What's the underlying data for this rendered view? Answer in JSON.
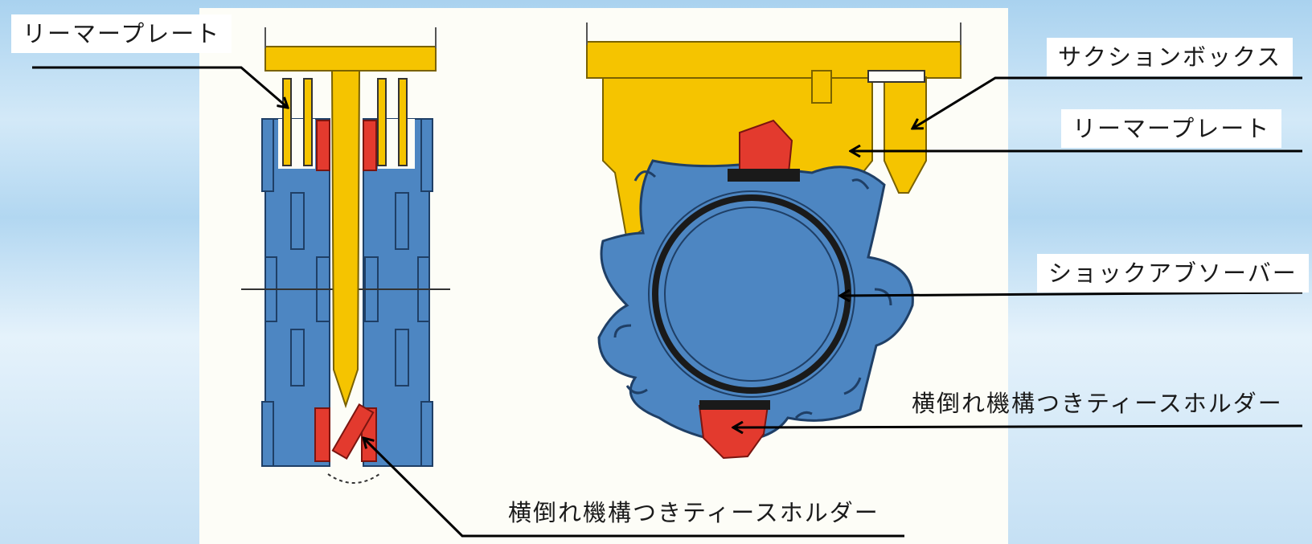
{
  "labels": {
    "reamer_plate_left": "リーマープレート",
    "suction_box": "サクションボックス",
    "reamer_plate_right": "リーマープレート",
    "shock_absorber": "ショックアブソーバー",
    "teeth_holder_right": "横倒れ機構つきティースホルダー",
    "teeth_holder_bottom": "横倒れ機構つきティースホルダー"
  },
  "colors": {
    "frame_yellow": "#f5c400",
    "body_blue": "#4d86c2",
    "teeth_red": "#e33a2e",
    "outline": "#1a1a1a",
    "background": "#cfe6f6"
  }
}
